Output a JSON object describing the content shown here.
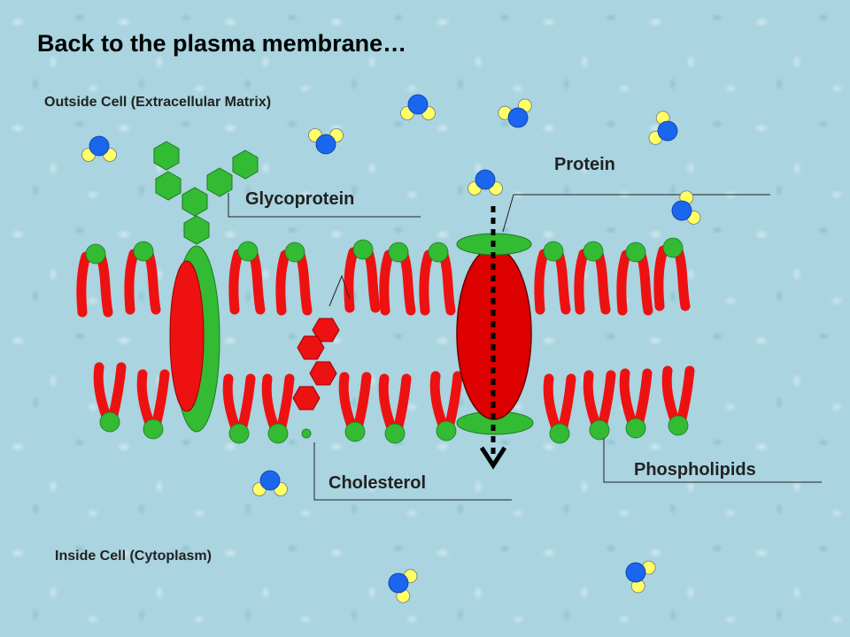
{
  "title": "Back to the plasma membrane…",
  "regions": {
    "outside": "Outside Cell (Extracellular Matrix)",
    "inside": "Inside Cell (Cytoplasm)"
  },
  "labels": {
    "glycoprotein": "Glycoprotein",
    "protein": "Protein",
    "cholesterol": "Cholesterol",
    "phospholipids": "Phospholipids"
  },
  "colors": {
    "phosphate_head": "#33bb33",
    "lipid_tail": "#ee1111",
    "oxygen": "#1a66ee",
    "hydrogen": "#ffff66",
    "glyco_sugar": "#33bb33",
    "protein": "#dd0000"
  }
}
